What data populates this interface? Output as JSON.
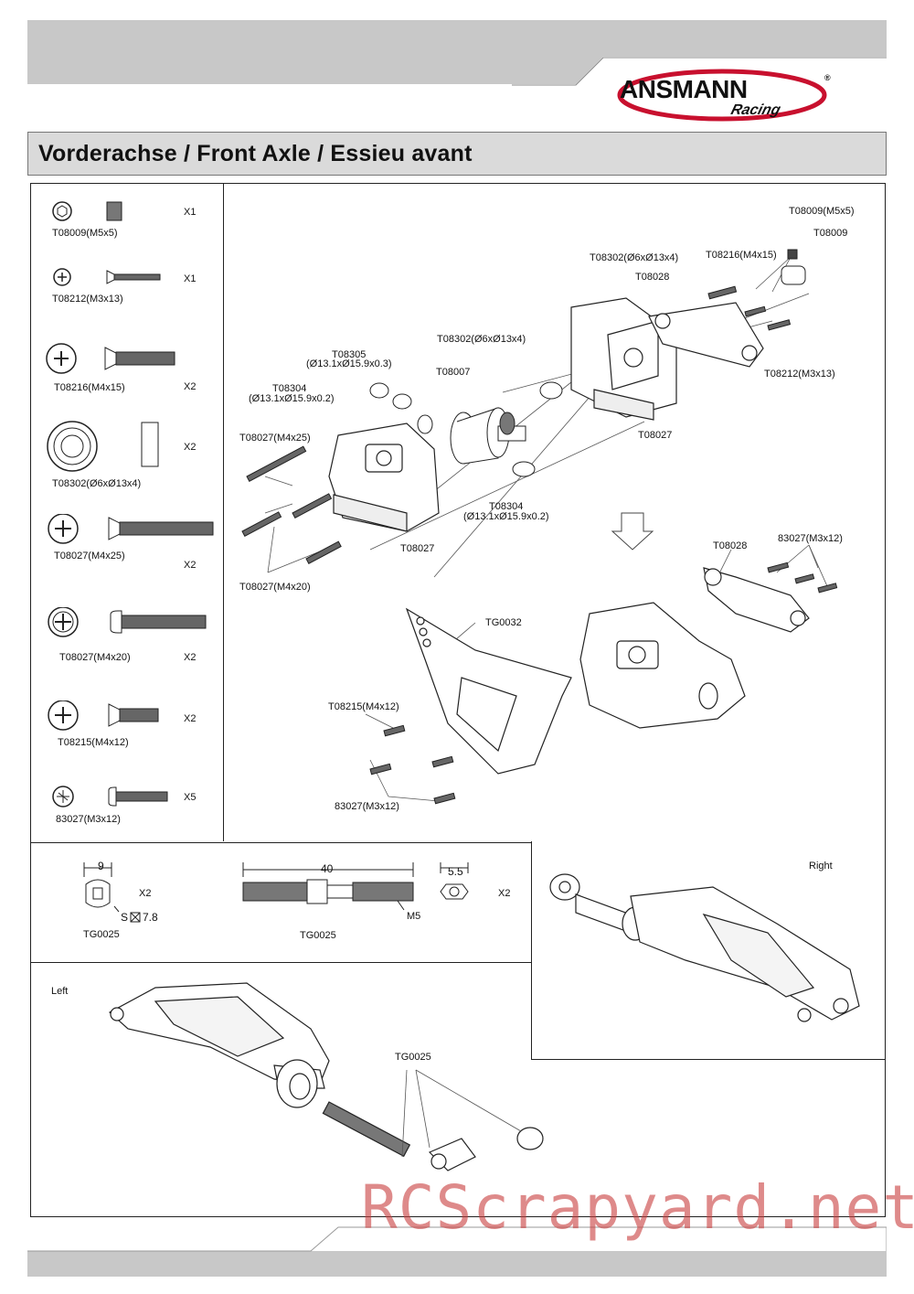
{
  "brand": {
    "name": "ANSMANN",
    "sub": "Racing",
    "reg": "®"
  },
  "title": "Vorderachse / Front Axle / Essieu avant",
  "parts_list": [
    {
      "label": "T08009(M5x5)",
      "qty": "X1"
    },
    {
      "label": "T08212(M3x13)",
      "qty": "X1"
    },
    {
      "label": "T08216(M4x15)",
      "qty": "X2"
    },
    {
      "label": "T08302(Ø6xØ13x4)",
      "qty": "X2"
    },
    {
      "label": "T08027(M4x25)",
      "qty": "X2"
    },
    {
      "label": "T08027(M4x20)",
      "qty": "X2"
    },
    {
      "label": "T08215(M4x12)",
      "qty": "X2"
    },
    {
      "label": "83027(M3x12)",
      "qty": "X5"
    }
  ],
  "diagram_labels": {
    "t08009_m5": "T08009(M5x5)",
    "t08009": "T08009",
    "t08302_a": "T08302(Ø6xØ13x4)",
    "t08216": "T08216(M4x15)",
    "t08028_a": "T08028",
    "t08302_b": "T08302(Ø6xØ13x4)",
    "t08305": "T08305",
    "t08305_dim": "(Ø13.1xØ15.9x0.3)",
    "t08007": "T08007",
    "t08304_a": "T08304",
    "t08304_a_dim": "(Ø13.1xØ15.9x0.2)",
    "t08212": "T08212(M3x13)",
    "t08027_m25": "T08027(M4x25)",
    "t08027_r": "T08027",
    "t08304_b": "T08304",
    "t08304_b_dim": "(Ø13.1xØ15.9x0.2)",
    "t08027_c": "T08027",
    "t08027_m20": "T08027(M4x20)",
    "t08028_b": "T08028",
    "m3x12_a": "83027(M3x12)",
    "tg0032": "TG0032",
    "t08215": "T08215(M4x12)",
    "m3x12_b": "83027(M3x12)"
  },
  "hardware": {
    "ball_dim": "9",
    "ball_qty": "X2",
    "ball_s": "S",
    "ball_s_val": "7.8",
    "ball_label": "TG0025",
    "rod_dim": "40",
    "rod_thread": "M5",
    "rod_label": "TG0025",
    "nut_dim": "5.5",
    "nut_qty": "X2"
  },
  "arms": {
    "right": "Right",
    "left": "Left",
    "tg0025": "TG0025"
  },
  "watermark": "RCScrapyard.net"
}
